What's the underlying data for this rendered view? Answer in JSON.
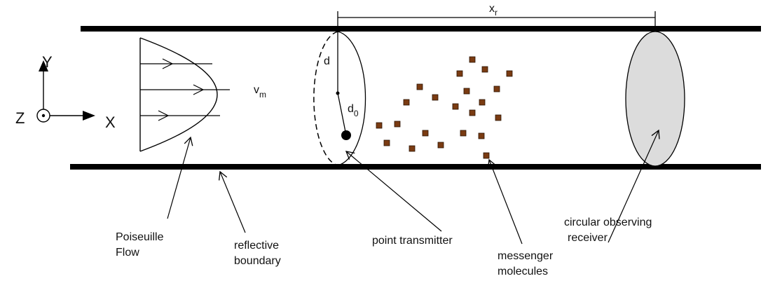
{
  "labels": {
    "xr": "x",
    "xr_sub": "r",
    "d": "d",
    "d0": "d",
    "d0_sub": "0",
    "vm": "v",
    "vm_sub": "m",
    "axis_y": "Y",
    "axis_x": "X",
    "axis_z": "Z",
    "poiseuille_line1": "Poiseuille",
    "poiseuille_line2": "Flow",
    "boundary_line1": "reflective",
    "boundary_line2": "boundary",
    "transmitter": "point transmitter",
    "molecules_line1": "messenger",
    "molecules_line2": "molecules",
    "receiver_line1": "circular observing",
    "receiver_line2": "receiver"
  },
  "colors": {
    "wall": "#000000",
    "molecule_fill": "#7a3b12",
    "receiver_fill": "#dcdcdc",
    "line": "#000000"
  },
  "icons": {
    "axis_z": "out-of-plane-axis-icon",
    "transmitter": "filled-dot-icon"
  }
}
